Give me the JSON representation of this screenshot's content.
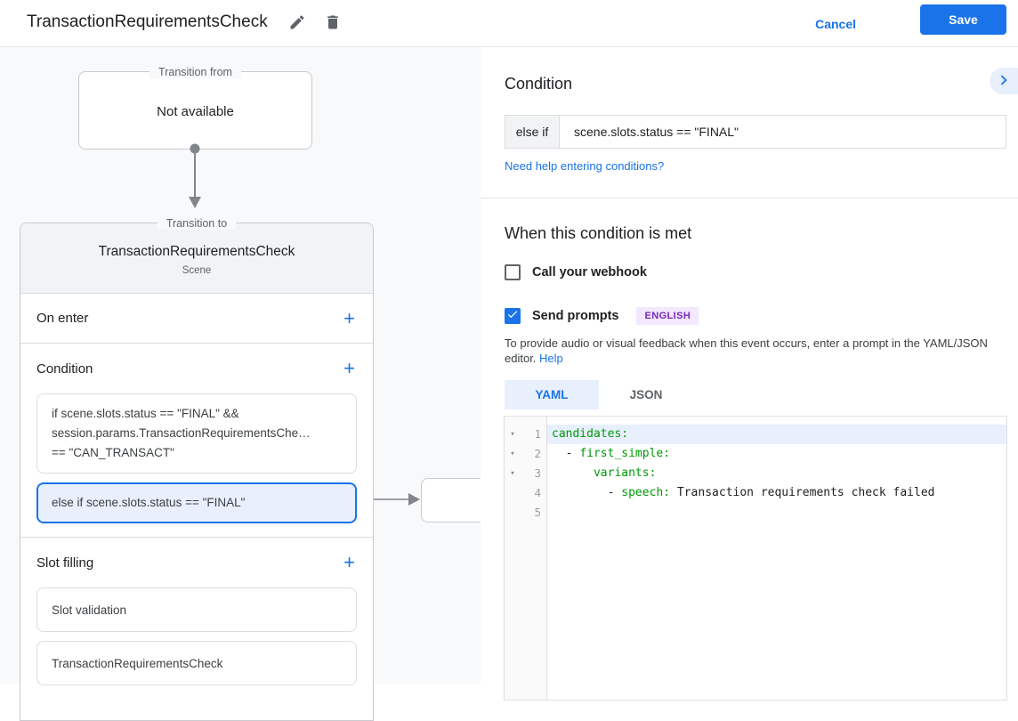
{
  "header": {
    "title": "TransactionRequirementsCheck",
    "cancel": "Cancel",
    "save": "Save"
  },
  "icons": {
    "plus": "+",
    "fold": "▾"
  },
  "diagram": {
    "from_node": {
      "label": "Transition from",
      "content": "Not available"
    },
    "scene_node": {
      "label": "Transition to",
      "title": "TransactionRequirementsCheck",
      "subtitle": "Scene",
      "on_enter": {
        "label": "On enter"
      },
      "condition": {
        "label": "Condition",
        "items": [
          {
            "line1": "if scene.slots.status == \"FINAL\" &&",
            "line2": "session.params.TransactionRequirementsChe…",
            "line3": "== \"CAN_TRANSACT\""
          },
          {
            "text": "else if scene.slots.status == \"FINAL\"",
            "selected": true
          }
        ]
      },
      "slot_filling": {
        "label": "Slot filling",
        "items": [
          "Slot validation",
          "TransactionRequirementsCheck"
        ]
      }
    }
  },
  "panel": {
    "title": "Condition",
    "condition_row": {
      "prefix": "else if",
      "value": "scene.slots.status == \"FINAL\""
    },
    "help_link": "Need help entering conditions?",
    "section": {
      "title": "When this condition is met",
      "webhook_label": "Call your webhook",
      "webhook_checked": false,
      "prompts_label": "Send prompts",
      "prompts_checked": true,
      "language_badge": "ENGLISH",
      "description": "To provide audio or visual feedback when this event occurs, enter a prompt in the YAML/JSON editor.",
      "description_link": "Help"
    },
    "tabs": {
      "yaml": "YAML",
      "json": "JSON"
    },
    "editor": {
      "line_numbers": [
        "1",
        "2",
        "3",
        "4",
        "5"
      ],
      "code": {
        "l1_key": "candidates:",
        "l2_pre": "  - ",
        "l2_key": "first_simple:",
        "l3_pre": "      ",
        "l3_key": "variants:",
        "l4_pre": "        - ",
        "l4_key": "speech:",
        "l4_val": " Transaction requirements check failed"
      }
    }
  },
  "colors": {
    "accent": "#1a73e8",
    "selected_bg": "#e8f0fe",
    "yaml_key": "#009906",
    "badge_bg": "#f3e8fd",
    "badge_text": "#7627bb",
    "connector": "#80868b",
    "canvas_bg": "#f8f9fa",
    "card_header_bg": "#f1f3f4"
  }
}
